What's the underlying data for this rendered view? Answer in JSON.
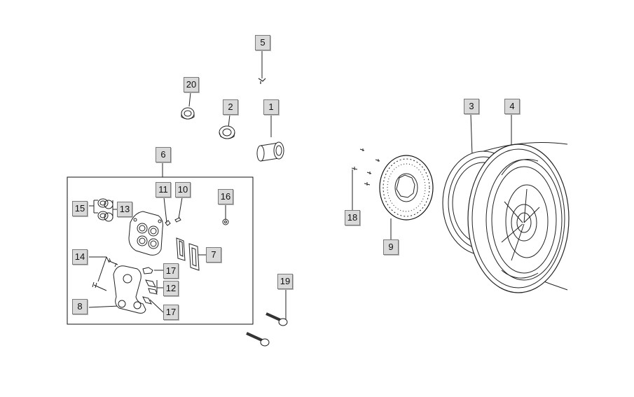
{
  "diagram": {
    "callouts": [
      {
        "id": "c1",
        "label": "1"
      },
      {
        "id": "c2",
        "label": "2"
      },
      {
        "id": "c3",
        "label": "3"
      },
      {
        "id": "c4",
        "label": "4"
      },
      {
        "id": "c5",
        "label": "5"
      },
      {
        "id": "c6",
        "label": "6"
      },
      {
        "id": "c7",
        "label": "7"
      },
      {
        "id": "c8",
        "label": "8"
      },
      {
        "id": "c9",
        "label": "9"
      },
      {
        "id": "c10",
        "label": "10"
      },
      {
        "id": "c11",
        "label": "11"
      },
      {
        "id": "c12",
        "label": "12"
      },
      {
        "id": "c13",
        "label": "13"
      },
      {
        "id": "c14",
        "label": "14"
      },
      {
        "id": "c15",
        "label": "15"
      },
      {
        "id": "c16",
        "label": "16"
      },
      {
        "id": "c17a",
        "label": "17"
      },
      {
        "id": "c17b",
        "label": "17"
      },
      {
        "id": "c18",
        "label": "18"
      },
      {
        "id": "c19",
        "label": "19"
      },
      {
        "id": "c20",
        "label": "20"
      }
    ]
  }
}
